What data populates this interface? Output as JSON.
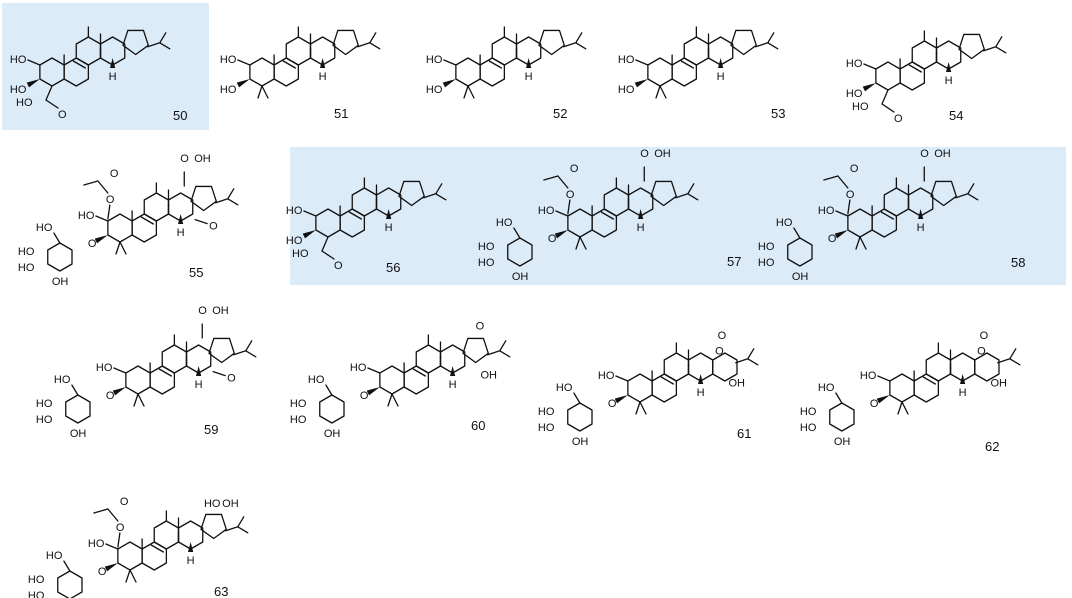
{
  "colors": {
    "highlight": "#dcebf8",
    "ink": "#111111",
    "background": "#ffffff"
  },
  "compounds": [
    {
      "number": "50",
      "highlighted": true
    },
    {
      "number": "51",
      "highlighted": false
    },
    {
      "number": "52",
      "highlighted": false
    },
    {
      "number": "53",
      "highlighted": false
    },
    {
      "number": "54",
      "highlighted": false
    },
    {
      "number": "55",
      "highlighted": false
    },
    {
      "number": "56",
      "highlighted": true
    },
    {
      "number": "57",
      "highlighted": true
    },
    {
      "number": "58",
      "highlighted": true
    },
    {
      "number": "59",
      "highlighted": false
    },
    {
      "number": "60",
      "highlighted": false
    },
    {
      "number": "61",
      "highlighted": false
    },
    {
      "number": "62",
      "highlighted": false
    },
    {
      "number": "63",
      "highlighted": false
    }
  ],
  "atom_labels": {
    "OH": "OH",
    "HO": "HO",
    "O": "O",
    "H": "H",
    "COOH": "OH"
  }
}
